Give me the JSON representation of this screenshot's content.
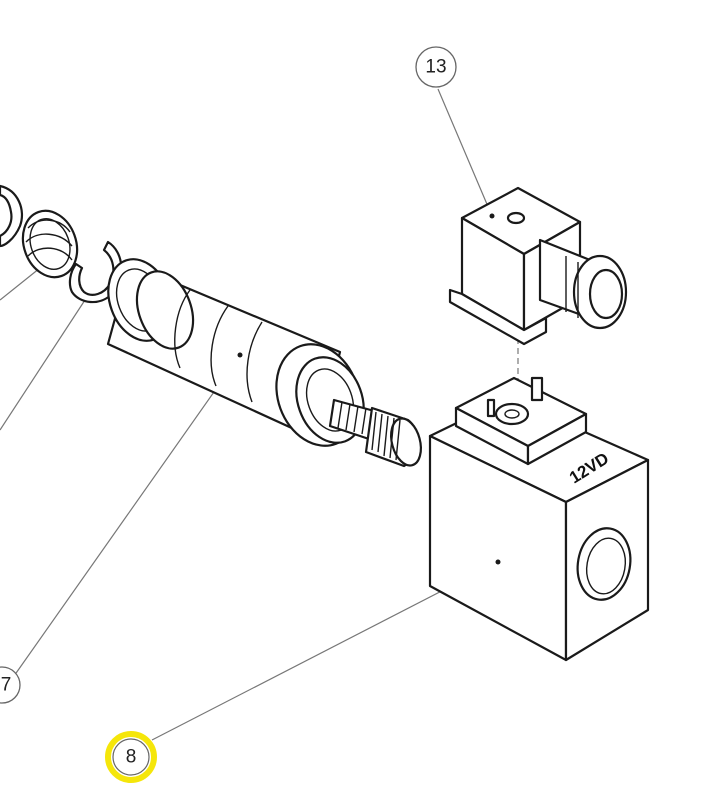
{
  "highlight_color": "#f5e60a",
  "balloons": {
    "part_13": "13",
    "part_7": "7",
    "part_8": "8"
  },
  "coil_marking": "12VD"
}
